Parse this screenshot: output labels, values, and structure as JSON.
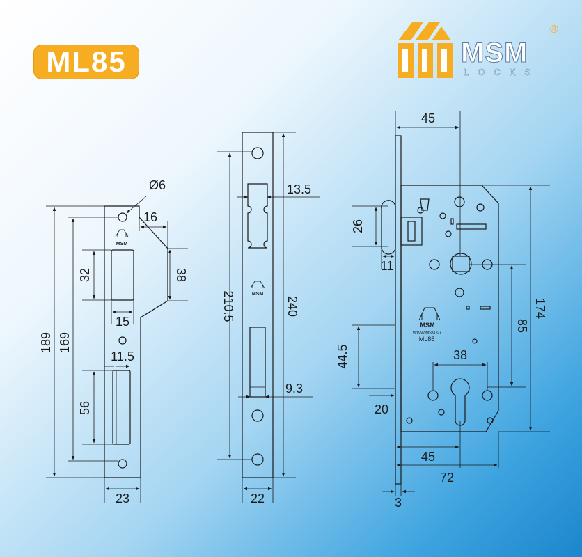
{
  "model": "ML85",
  "brand": {
    "name": "MSM",
    "sub": "LOCKS",
    "reg": "®"
  },
  "stamp": {
    "small_logo": "MSM",
    "site": "WWW.MSM.su",
    "model": "ML85"
  },
  "strike_plate": {
    "hole": "Ø6",
    "offset": "16",
    "height_total": "189",
    "height_holes": "169",
    "slot1_height": "32",
    "step_height": "38",
    "slot1_width": "15",
    "slot2_inset": "11.5",
    "slot2_height": "56",
    "width": "23"
  },
  "faceplate": {
    "latch_offset": "13.5",
    "hole_spacing": "210.5",
    "length": "240",
    "bolt_offset": "9.3",
    "width": "22"
  },
  "lock_body": {
    "backset": "45",
    "latch_height": "26",
    "latch_projection": "11",
    "body_height": "174",
    "center_distance": "85",
    "cylinder_distance": "38",
    "bolt_height": "44.5",
    "bolt_projection": "20",
    "backset_bottom": "45",
    "depth": "72",
    "faceplate_thickness": "3"
  },
  "colors": {
    "accent": "#f6ad22",
    "line": "#1a1a1a"
  }
}
